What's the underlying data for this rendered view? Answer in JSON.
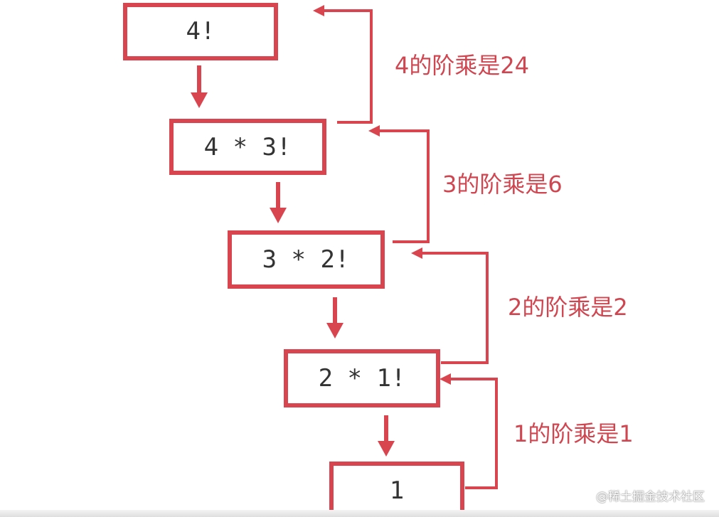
{
  "colors": {
    "accent": "#d9454f",
    "box_text": "#333333",
    "label_text": "#d04650"
  },
  "steps": [
    {
      "expr": "4!"
    },
    {
      "expr": "4 * 3!"
    },
    {
      "expr": "3 * 2!"
    },
    {
      "expr": "2 * 1!"
    },
    {
      "expr": "1"
    }
  ],
  "results": [
    {
      "label": "4的阶乘是24"
    },
    {
      "label": "3的阶乘是6"
    },
    {
      "label": "2的阶乘是2"
    },
    {
      "label": "1的阶乘是1"
    }
  ],
  "watermark": "@稀土掘金技术社区"
}
